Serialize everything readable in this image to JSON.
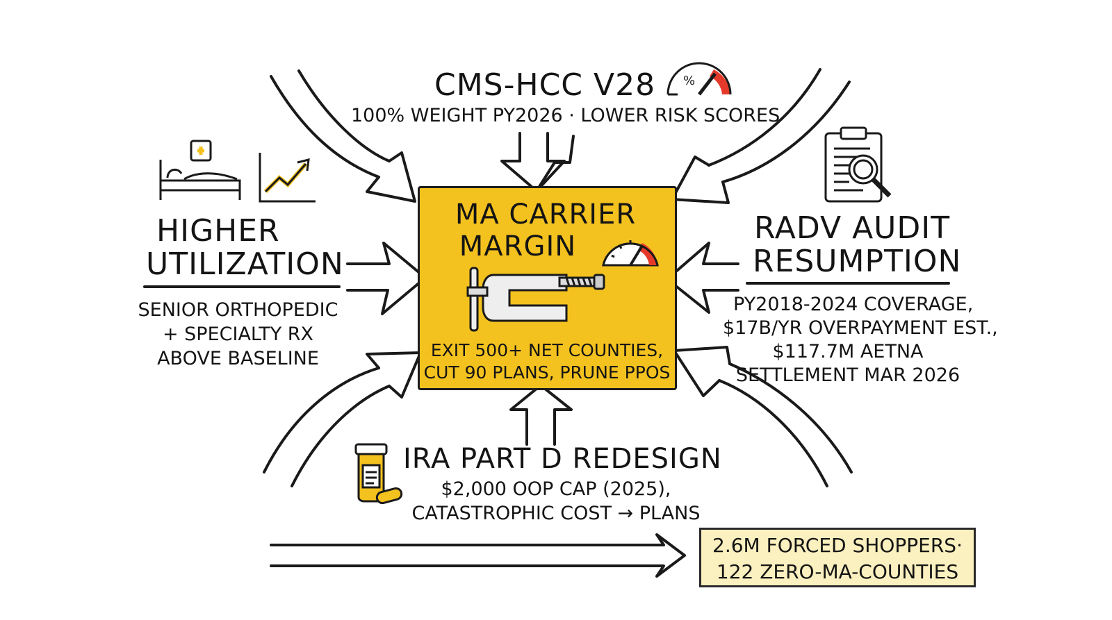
{
  "colors": {
    "center_fill": "#f4c21f",
    "result_fill": "#fbf0bf",
    "gauge_red": "#e53a2a",
    "ink": "#141414"
  },
  "center": {
    "title_line1": "MA CARRIER",
    "title_line2": "MARGIN",
    "action_line1": "EXIT 500+ NET COUNTIES,",
    "action_line2": "CUT 90 PLANS, PRUNE PPOs",
    "icons": [
      "c-clamp-icon",
      "gauge-icon"
    ]
  },
  "top": {
    "title": "CMS-HCC V28",
    "subtitle": "100% WEIGHT PY2026 · LOWER RISK SCORES",
    "icon": "gauge-percent-icon"
  },
  "left": {
    "title_line1": "HIGHER",
    "title_line2": "UTILIZATION",
    "desc_line1": "SENIOR ORTHOPEDIC",
    "desc_line2": "+ SPECIALTY RX",
    "desc_line3": "ABOVE BASELINE",
    "icons": [
      "hospital-bed-icon",
      "rising-chart-icon"
    ]
  },
  "right": {
    "title_line1": "RADV AUDIT",
    "title_line2": "RESUMPTION",
    "desc_line1": "PY2018-2024 COVERAGE,",
    "desc_line2": "$17B/YR OVERPAYMENT EST.,",
    "desc_line3": "$117.7M AETNA",
    "desc_line4": "SETTLEMENT MAR 2026",
    "icon": "clipboard-magnifier-icon"
  },
  "bottom": {
    "title": "IRA PART D REDESIGN",
    "desc_line1": "$2,000 OOP CAP (2025),",
    "desc_line2": "CATASTROPHIC COST → PLANS",
    "icon": "pill-bottle-icon"
  },
  "result": {
    "line1": "2.6M FORCED SHOPPERS·",
    "line2": "122 ZERO-MA-COUNTIES"
  }
}
